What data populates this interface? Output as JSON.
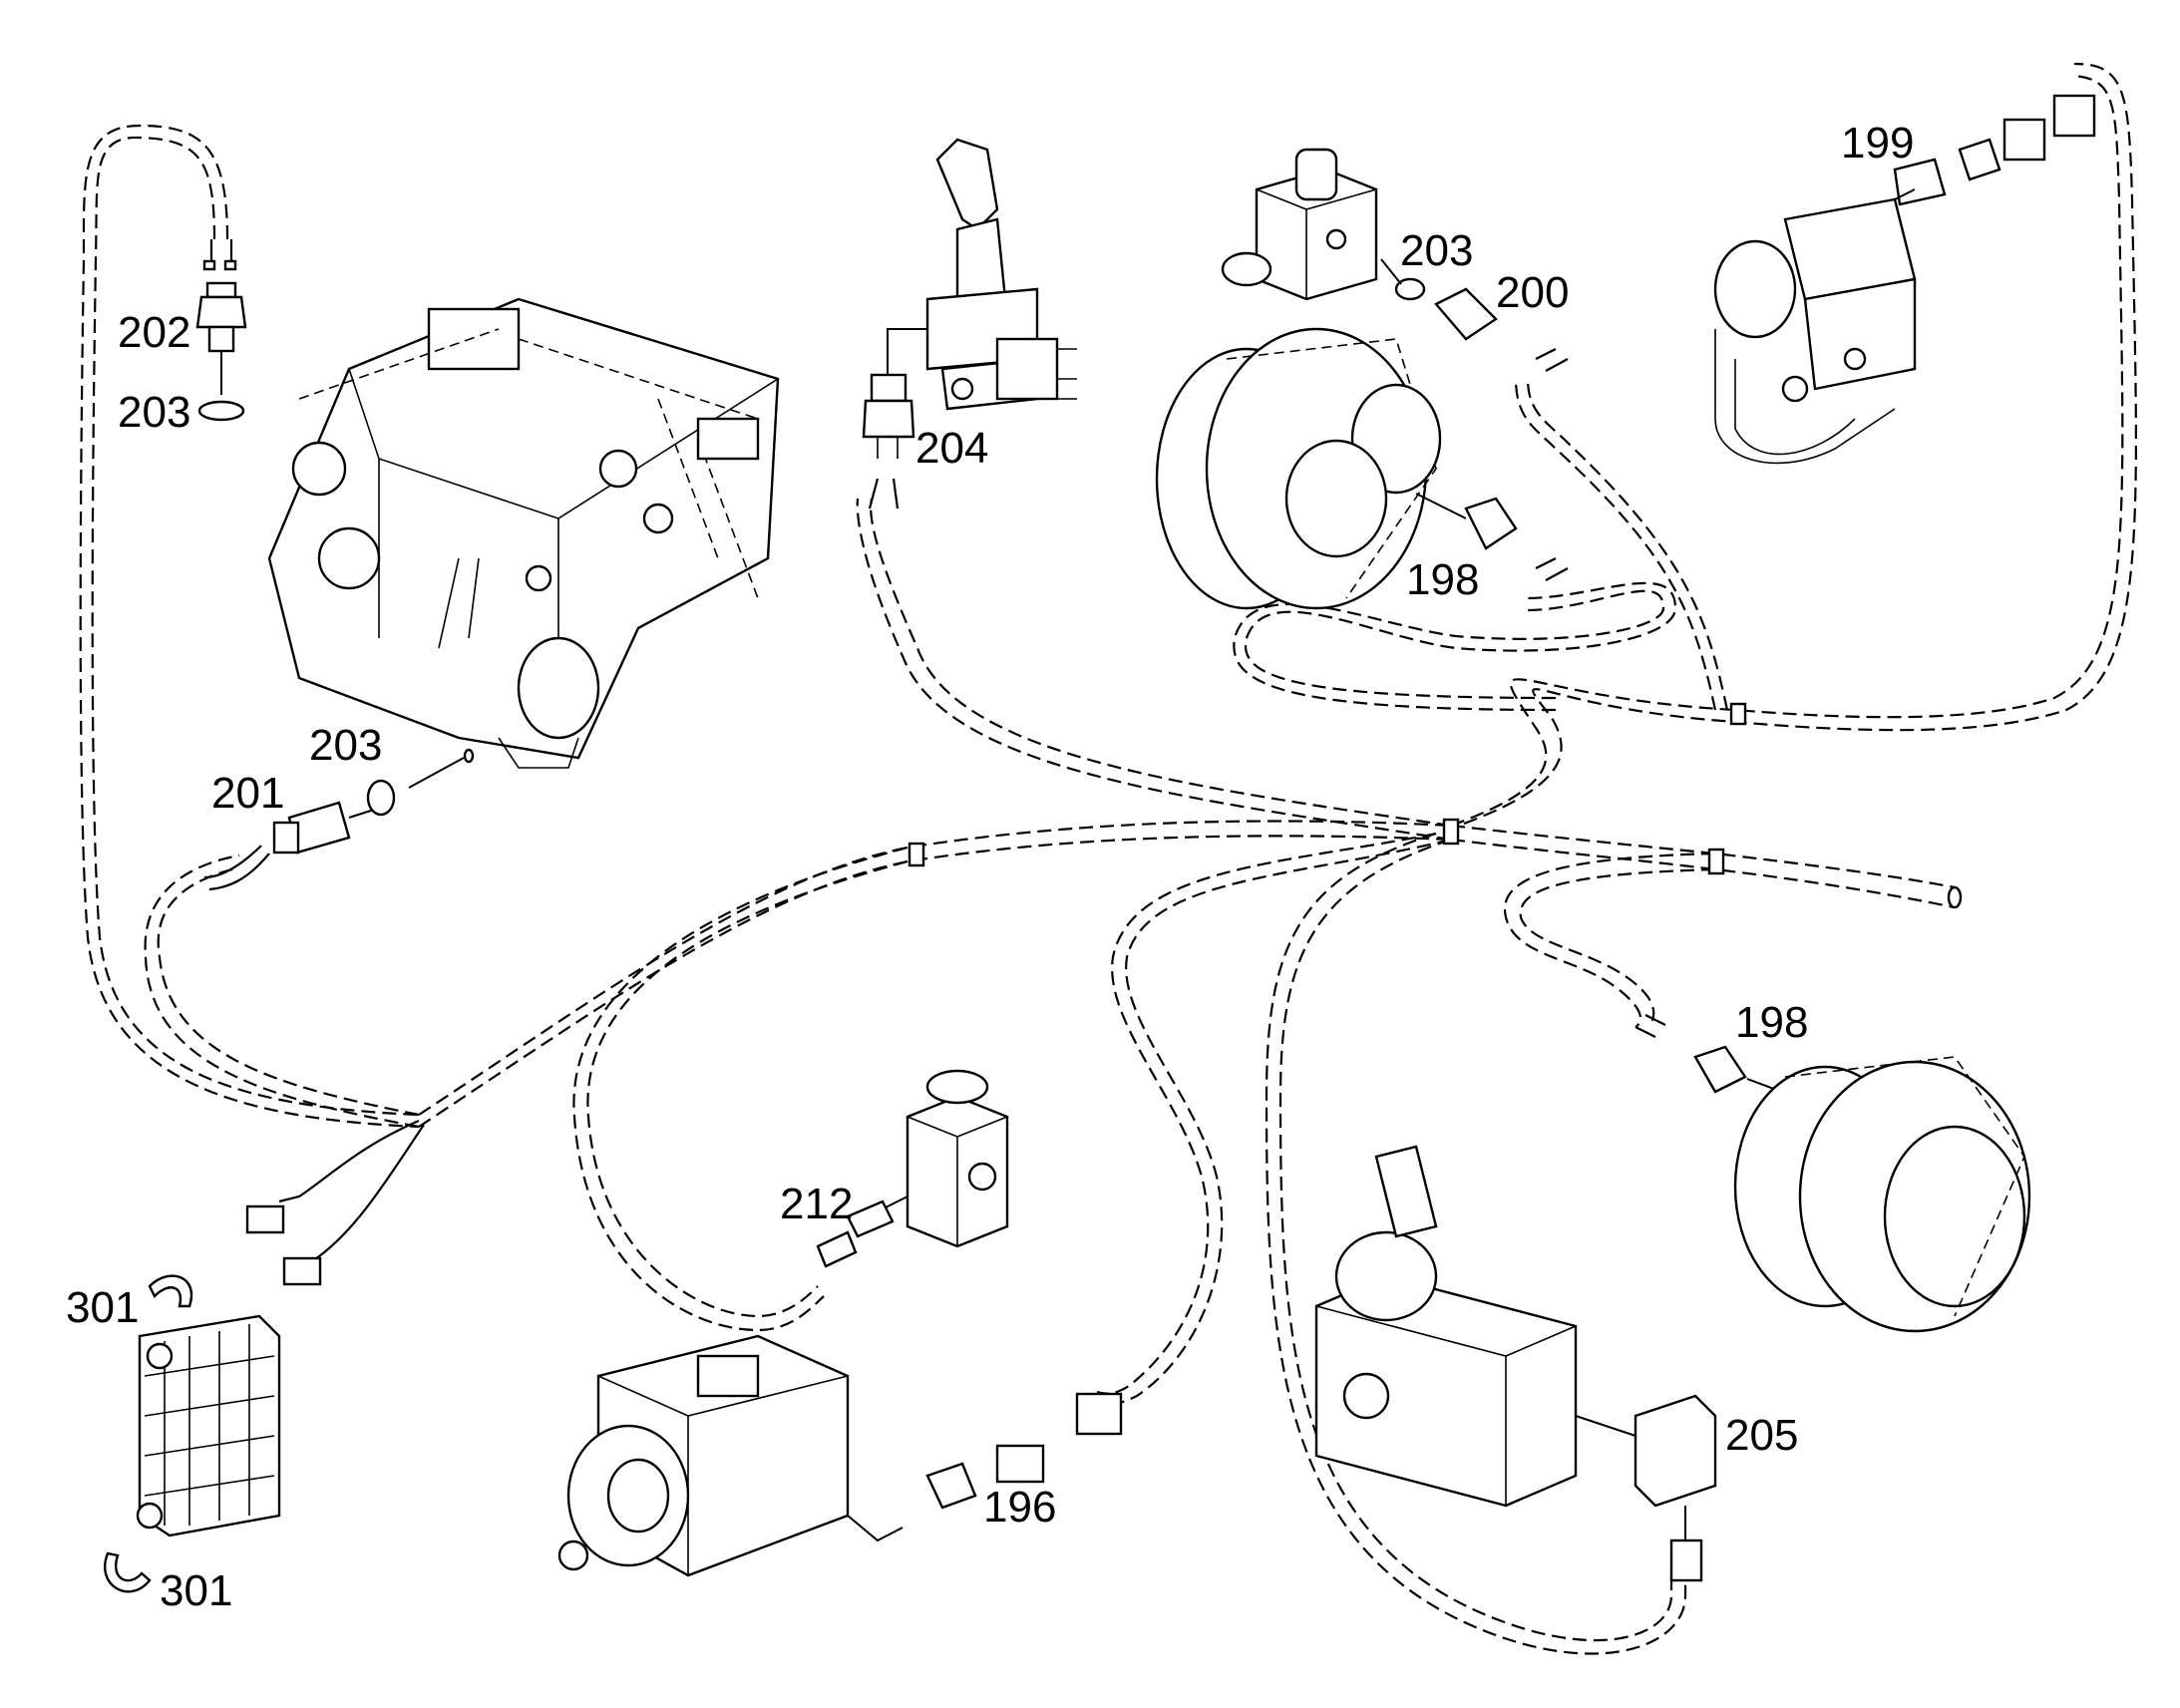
{
  "callouts": [
    {
      "id": "c-202",
      "text": "202"
    },
    {
      "id": "c-203a",
      "text": "203"
    },
    {
      "id": "c-201",
      "text": "201"
    },
    {
      "id": "c-203b",
      "text": "203"
    },
    {
      "id": "c-204",
      "text": "204"
    },
    {
      "id": "c-203c",
      "text": "203"
    },
    {
      "id": "c-200",
      "text": "200"
    },
    {
      "id": "c-199",
      "text": "199"
    },
    {
      "id": "c-198a",
      "text": "198"
    },
    {
      "id": "c-198b",
      "text": "198"
    },
    {
      "id": "c-212",
      "text": "212"
    },
    {
      "id": "c-196",
      "text": "196"
    },
    {
      "id": "c-205",
      "text": "205"
    },
    {
      "id": "c-301a",
      "text": "301"
    },
    {
      "id": "c-301b",
      "text": "301"
    }
  ]
}
